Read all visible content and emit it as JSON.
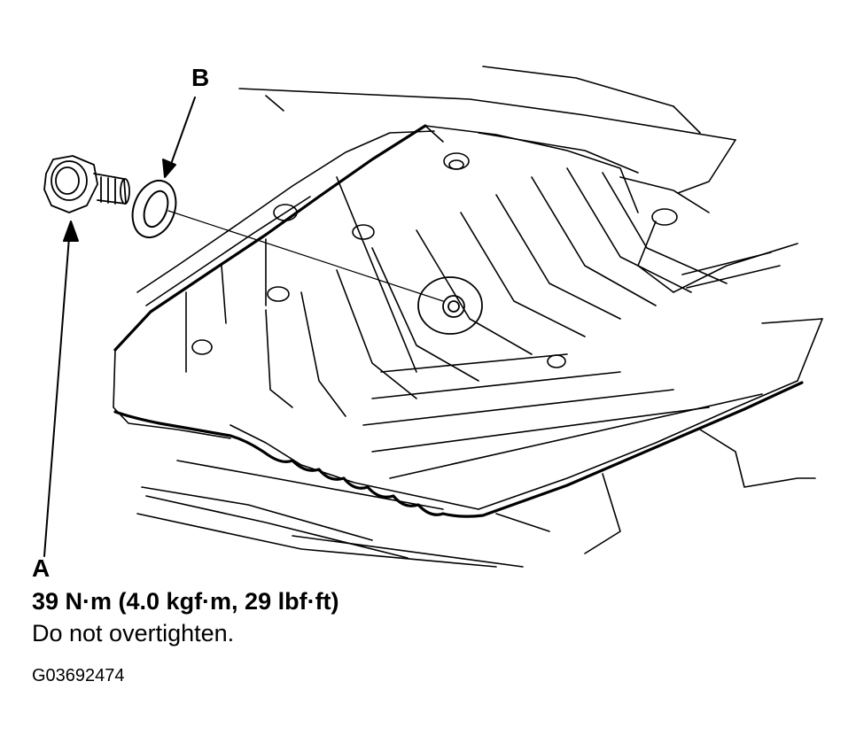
{
  "callouts": {
    "b": "B",
    "a": "A"
  },
  "spec": {
    "torque": "39 N·m (4.0 kgf·m, 29 lbf·ft)",
    "note": "Do not overtighten."
  },
  "figure_code": "G03692474",
  "colors": {
    "line": "#000000",
    "background": "#ffffff"
  },
  "icons": {
    "drain_bolt": "drain-bolt-icon",
    "washer": "sealing-washer-icon"
  }
}
